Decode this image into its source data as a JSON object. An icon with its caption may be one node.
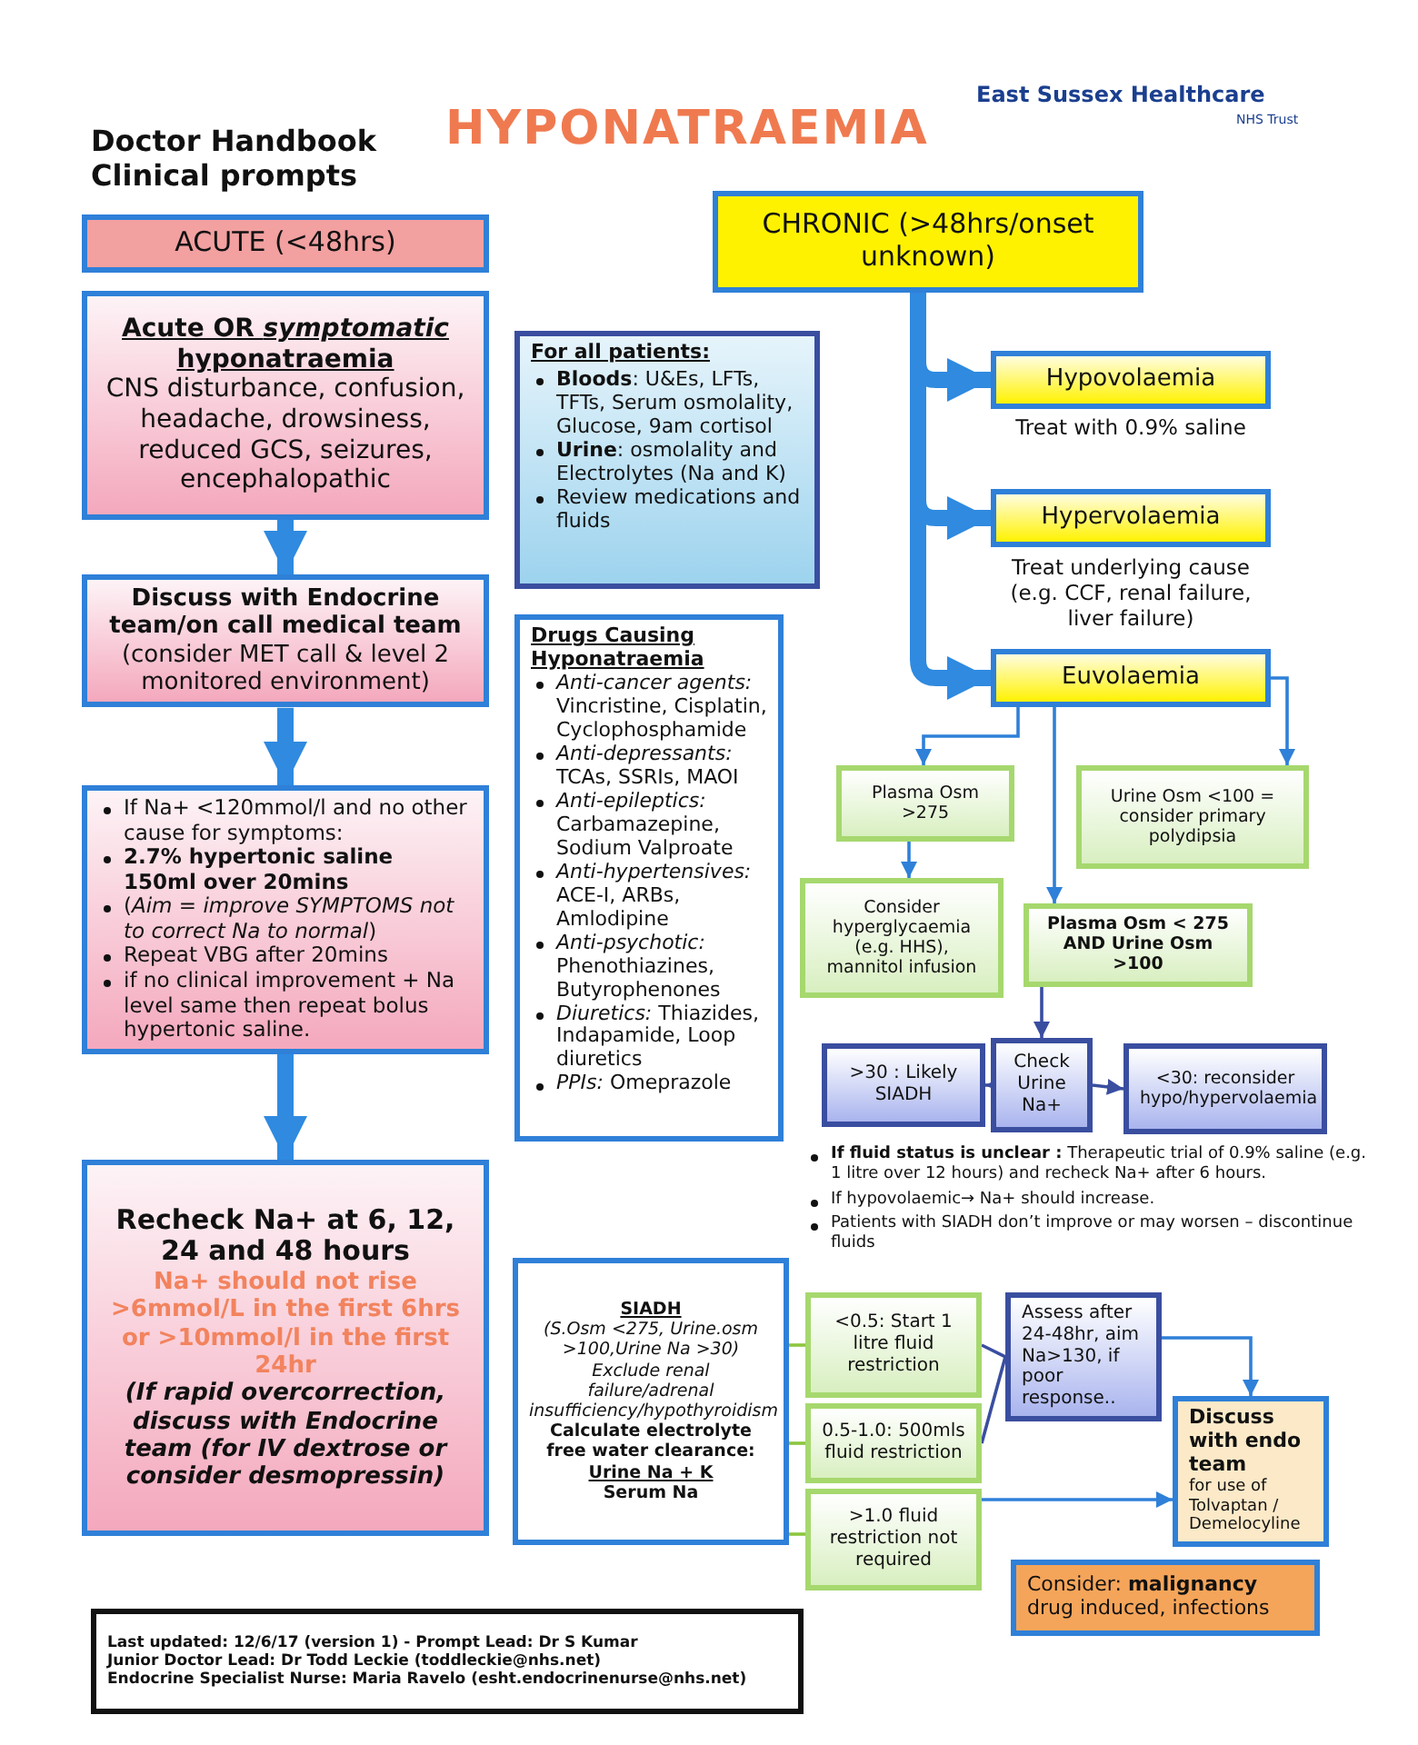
{
  "diagram": {
    "title": "HYPONATRAEMIA",
    "nodes": [
      {
        "text": [
          "ACUTE (<48hrs)"
        ]
      },
      {
        "text": [
          "Acute OR *symptomatic* hyponatraemia",
          "CNS disturbance, confusion, headache, drowsiness, reduced GCS, seizures, encephalopathic"
        ]
      },
      {
        "text": [
          "Discuss with Endocrine team/on call medical team",
          "(consider MET call & level 2 monitored environment)"
        ]
      },
      {
        "text": [
          "If Na+ <120mmol/l and no other cause for symptoms:",
          "2.7% hypertonic saline 150ml over 20mins",
          "(*Aim = improve SYMPTOMS not to correct Na to normal*)",
          "Repeat VBG after 20mins",
          "if no clinical improvement + Na level same then repeat bolus hypertonic saline."
        ]
      },
      {
        "text": [
          "Recheck Na+ at 6, 12, 24 and 48 hours",
          "Na+ should not rise >6mmol/L in the first 6hrs or >10mmol/l in the first 24hr",
          "(If rapid overcorrection, discuss with Endocrine team (for IV dextrose or consider desmopressin)"
        ]
      },
      {
        "text": [
          "For all patients:",
          "**Bloods**: U&Es, LFTs, TFTs, Serum osmolality, Glucose, 9am cortisol",
          "**Urine**: osmolality and Electrolytes (Na and K)",
          "Review medications and fluids"
        ]
      },
      {
        "text": [
          "Drugs Causing Hyponatraemia",
          "*Anti-cancer agents:* Vincristine, Cisplatin, Cyclophosphamide",
          "*Anti-depressants:* TCAs, SSRIs, MAOI",
          "*Anti-epileptics:* Carbamazepine, Sodium Valproate",
          "*Anti-hypertensives:* ACE-I, ARBs, Amlodipine",
          "*Anti-psychotic:* Phenothiazines, Butyrophenones",
          "*Diuretics:* Thiazides, Indapamide, Loop diuretics",
          "*PPIs:* Omeprazole"
        ]
      },
      {
        "text": [
          "CHRONIC (>48hrs/onset unknown)"
        ]
      },
      {
        "text": [
          "Hypovolaemia"
        ],
        "beside": [
          "Treat with 0.9% saline"
        ]
      },
      {
        "text": [
          "Hypervolaemia"
        ],
        "beside": [
          "Treat underlying cause (e.g. CCF, renal failure, liver failure)"
        ]
      },
      {
        "text": [
          "Euvolaemia"
        ]
      },
      {
        "text": [
          "Plasma Osm >275"
        ]
      },
      {
        "text": [
          "Urine Osm <100 = consider primary polydipsia"
        ]
      },
      {
        "text": [
          "Consider hyperglycaemia (e.g. HHS), mannitol infusion"
        ]
      },
      {
        "text": [
          "Plasma Osm < 275 AND Urine Osm >100"
        ]
      },
      {
        "text": [
          ">30 : Likely SIADH"
        ]
      },
      {
        "text": [
          "Check Urine Na+"
        ]
      },
      {
        "text": [
          "<30: reconsider hypo/hypervolaemia"
        ]
      },
      {
        "text": [
          "SIADH",
          "(S.Osm <275, Urine.osm >100,Urine Na >30)",
          "Exclude renal failure/adrenal insufficiency/hypothyroidism",
          "Calculate electrolyte free water clearance:",
          "Urine Na + K",
          "Serum Na"
        ]
      },
      {
        "text": [
          "<0.5: Start 1 litre fluid restriction"
        ]
      },
      {
        "text": [
          "0.5-1.0: 500mls fluid restriction"
        ]
      },
      {
        "text": [
          ">1.0 fluid restriction not required"
        ]
      },
      {
        "text": [
          "Assess after 24-48hr, aim Na>130, if poor response.."
        ]
      },
      {
        "text": [
          "Discuss with endo team",
          "for use of Tolvaptan / Demelocyline"
        ]
      },
      {
        "text": [
          "Consider: **malignancy** drug induced, infections"
        ]
      },
      {
        "text": [
          "Last updated: 12/6/17 (version 1) - Prompt Lead: Dr S Kumar",
          "Junior Doctor Lead: Dr Todd Leckie (toddleckie@nhs.net)",
          "Endocrine Specialist Nurse: Maria Ravelo (esht.endocrinenurse@nhs.net)"
        ]
      }
    ],
    "edges": [
      {
        "from": 1,
        "to": 2,
        "arrow": "to",
        "style": "thick"
      },
      {
        "from": 2,
        "to": 3,
        "arrow": "to",
        "style": "thick"
      },
      {
        "from": 3,
        "to": 4,
        "arrow": "to",
        "style": "thick"
      },
      {
        "from": 7,
        "to": 8,
        "arrow": "to",
        "style": "thick"
      },
      {
        "from": 7,
        "to": 9,
        "arrow": "to",
        "style": "thick"
      },
      {
        "from": 7,
        "to": 10,
        "arrow": "to",
        "style": "thick"
      },
      {
        "from": 10,
        "to": 11,
        "arrow": "to"
      },
      {
        "from": 10,
        "to": 14,
        "arrow": "to"
      },
      {
        "from": 10,
        "to": 12,
        "arrow": "to"
      },
      {
        "from": 11,
        "to": 13,
        "arrow": "to"
      },
      {
        "from": 14,
        "to": 16,
        "arrow": "to",
        "color": "#3a4ea0"
      },
      {
        "from": 16,
        "to": 15,
        "arrow": "to",
        "color": "#3a4ea0"
      },
      {
        "from": 16,
        "to": 17,
        "arrow": "to",
        "color": "#3a4ea0"
      },
      {
        "from": 18,
        "to": 19,
        "arrow": "none",
        "color": "#8cc63f"
      },
      {
        "from": 18,
        "to": 20,
        "arrow": "none",
        "color": "#8cc63f"
      },
      {
        "from": 18,
        "to": 21,
        "arrow": "none",
        "color": "#8cc63f"
      },
      {
        "from": 19,
        "to": 22,
        "arrow": "none",
        "color": "#3a4ea0"
      },
      {
        "from": 20,
        "to": 22,
        "arrow": "none",
        "color": "#3a4ea0"
      },
      {
        "from": 22,
        "to": 23,
        "arrow": "to"
      },
      {
        "from": 21,
        "to": 23,
        "arrow": "to"
      }
    ],
    "labels": [
      "Doctor Handbook Clinical prompts",
      "East Sussex Healthcare",
      "NHS Trust",
      "**If fluid status is unclear :** Therapeutic trial of 0.9% saline (e.g. 1 litre over 12 hours) and recheck Na+ after 6 hours.",
      "If hypovolaemic→ Na+ should increase.",
      "Patients with SIADH don’t improve or may worsen – discontinue fluids"
    ]
  }
}
